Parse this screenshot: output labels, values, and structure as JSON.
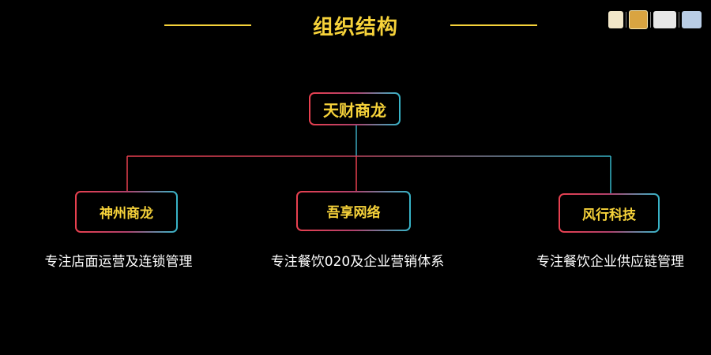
{
  "title": "组织结构",
  "root": {
    "label": "天财商龙"
  },
  "children": [
    {
      "label": "神州商龙",
      "description": "专注店面运营及连锁管理"
    },
    {
      "label": "吾享网络",
      "description": "专注餐饮020及企业营销体系"
    },
    {
      "label": "风行科技",
      "description": "专注餐饮企业供应链管理"
    }
  ],
  "colors": {
    "background": "#000000",
    "accent_yellow": "#f6d23a",
    "connector_red": "#e8404f",
    "connector_cyan": "#36b5c8",
    "description_text": "#ffffff"
  }
}
